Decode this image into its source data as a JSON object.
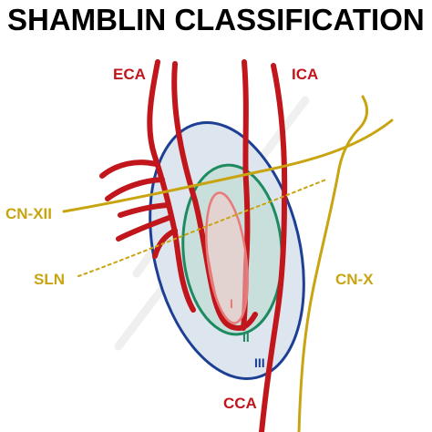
{
  "title": "SHAMBLIN CLASSIFICATION",
  "vessels": {
    "eca": "ECA",
    "ica": "ICA",
    "cca": "CCA"
  },
  "nerves": {
    "cn_xii": "CN-XII",
    "sln": "SLN",
    "cn_x": "CN-X"
  },
  "classes": {
    "type_1": "I",
    "type_2": "II",
    "type_3": "III"
  },
  "colors": {
    "artery": "#c0161c",
    "nerve": "#c9a411",
    "type_1": "#e87a7a",
    "type_1_fill": "#f6c9c9",
    "type_2": "#1e8a60",
    "type_2_fill": "#c9dfdc",
    "type_3": "#1d3f94",
    "type_3_fill": "#dde6ef",
    "title": "#000000"
  }
}
